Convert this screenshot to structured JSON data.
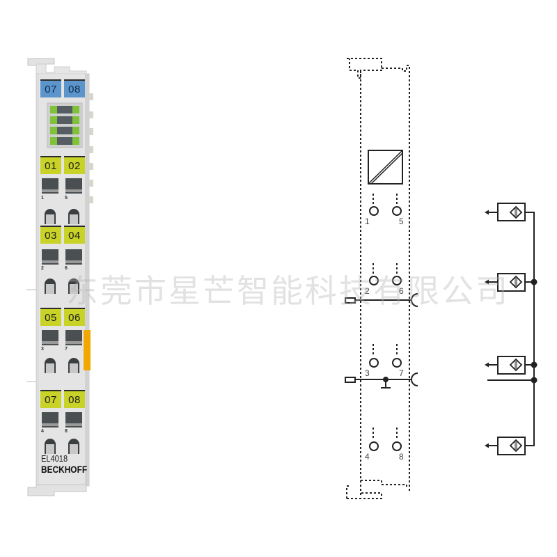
{
  "module": {
    "model": "EL4018",
    "brand": "BECKHOFF",
    "top_labels": [
      "07",
      "08"
    ],
    "channel_labels": [
      [
        "01",
        "02"
      ],
      [
        "03",
        "04"
      ],
      [
        "05",
        "06"
      ],
      [
        "07",
        "08"
      ]
    ],
    "terminal_numbers": [
      [
        "1",
        "5"
      ],
      [
        "2",
        "6"
      ],
      [
        "3",
        "7"
      ],
      [
        "4",
        "8"
      ]
    ],
    "led_count": 4,
    "colors": {
      "housing": "#dcdcdc",
      "label_blue": "#5b95cc",
      "label_yellow": "#c8d227",
      "led_green": "#7fc23a",
      "side_contact_orange": "#f0a800"
    }
  },
  "diagram": {
    "converter_symbol": "analog-to-digital-converter-icon",
    "terminal_numbers": [
      [
        "1",
        "5"
      ],
      [
        "2",
        "6"
      ],
      [
        "3",
        "7"
      ],
      [
        "4",
        "8"
      ]
    ],
    "load_count": 4
  },
  "watermark": "东莞市星芒智能科技有限公司"
}
